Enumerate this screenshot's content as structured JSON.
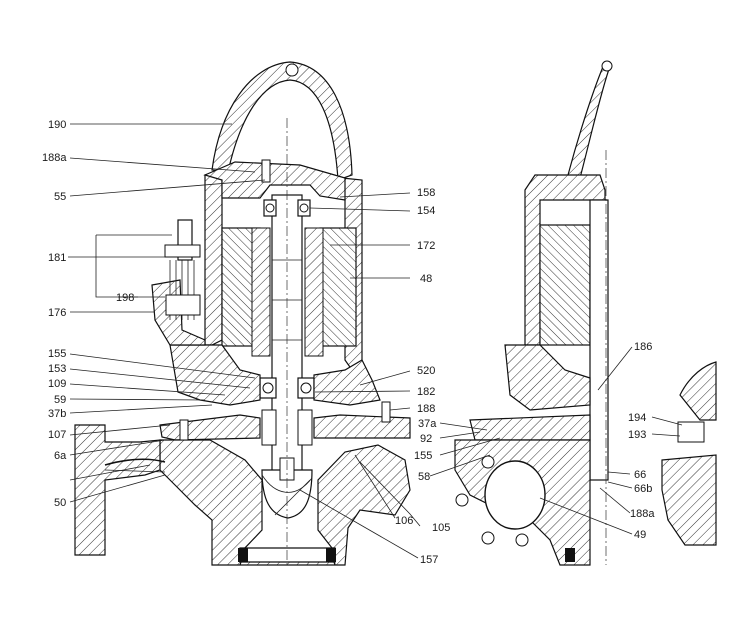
{
  "figure": {
    "type": "pump cross-section drawing",
    "colors": {
      "line": "#111111",
      "background": "#ffffff",
      "hatch": "#333333"
    }
  },
  "labels": {
    "l190": "190",
    "l188a": "188a",
    "l55": "55",
    "l181": "181",
    "l198": "198",
    "l176": "176",
    "l155": "155",
    "l153": "153",
    "l109": "109",
    "l59": "59",
    "l37b": "37b",
    "l107": "107",
    "l6a": "6a",
    "l50": "50",
    "l158": "158",
    "l154": "154",
    "l172": "172",
    "l48": "48",
    "l520": "520",
    "l182": "182",
    "l188": "188",
    "l106": "106",
    "l105": "105",
    "l157": "157",
    "l37a": "37a",
    "l92": "92",
    "r155": "155",
    "l58": "58",
    "l186": "186",
    "l66": "66",
    "l66b": "66b",
    "r188a": "188a",
    "l49": "49",
    "l194": "194",
    "l193": "193"
  }
}
